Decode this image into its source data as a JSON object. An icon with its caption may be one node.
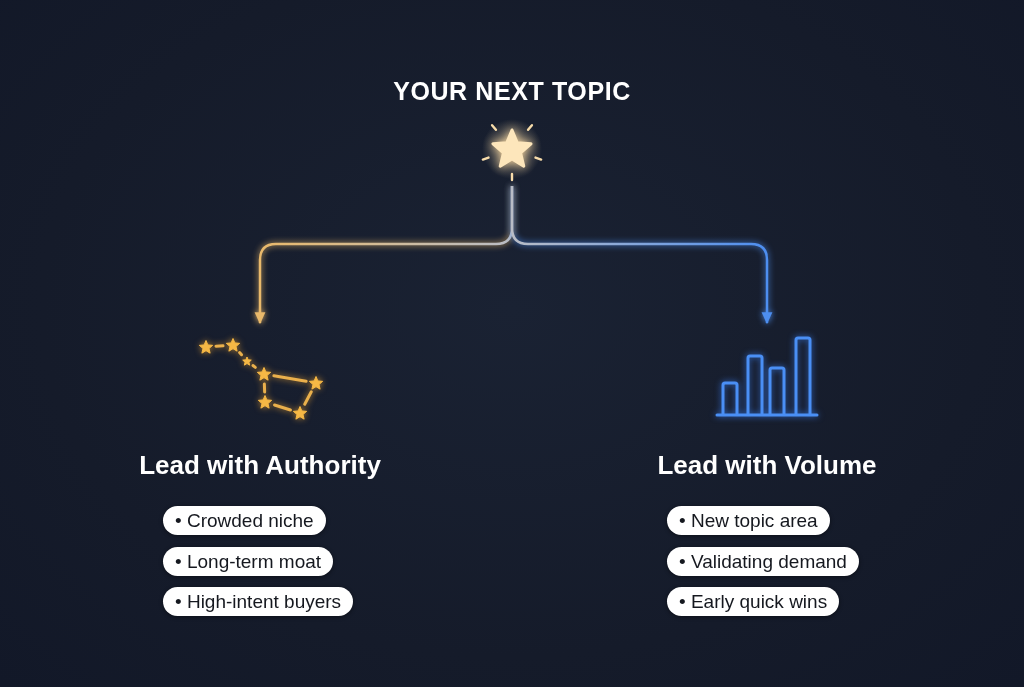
{
  "diagram": {
    "title": "YOUR NEXT TOPIC",
    "nodes": [
      {
        "text": [],
        "shape": "star"
      },
      {
        "text": [],
        "shape": "picture",
        "beside": [
          "Lead with Authority"
        ]
      },
      {
        "text": [],
        "shape": "picture",
        "beside": [
          "Lead with Volume"
        ]
      },
      {
        "text": [
          "• Crowded niche"
        ]
      },
      {
        "text": [
          "• Long-term moat"
        ]
      },
      {
        "text": [
          "• High-intent buyers"
        ]
      },
      {
        "text": [
          "• New topic area"
        ]
      },
      {
        "text": [
          "• Validating demand"
        ]
      },
      {
        "text": [
          "• Early quick wins"
        ]
      }
    ],
    "edges": [
      {
        "from": 0,
        "to": 1,
        "arrow": "to",
        "color": "#e9b96b"
      },
      {
        "from": 0,
        "to": 2,
        "arrow": "to",
        "color": "#4d8ef0"
      }
    ]
  }
}
